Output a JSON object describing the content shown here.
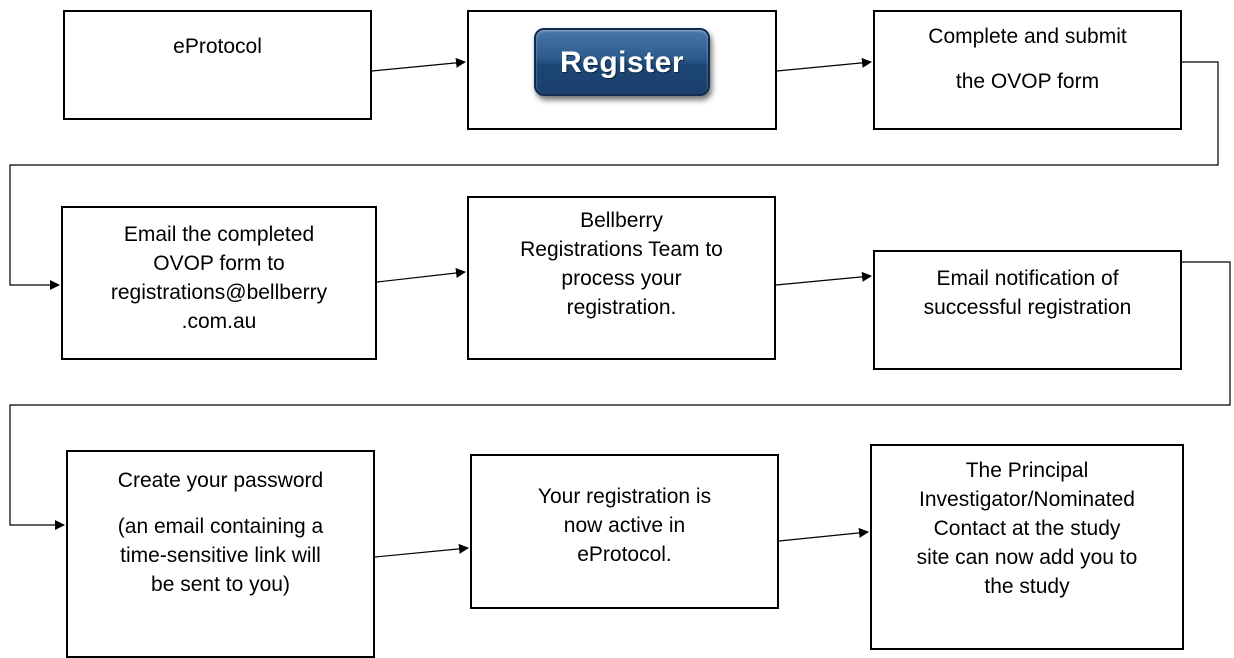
{
  "steps": {
    "eprotocol": {
      "lines": [
        "eProtocol"
      ]
    },
    "register": {
      "button_label": "Register"
    },
    "complete_form": {
      "lines": [
        "Complete and submit",
        "the OVOP form"
      ]
    },
    "email_form": {
      "lines": [
        "Email the completed",
        "OVOP form to",
        "registrations@bellberry",
        ".com.au"
      ]
    },
    "bellberry_team": {
      "lines": [
        "Bellberry",
        "Registrations Team to",
        "process your",
        "registration."
      ]
    },
    "email_notification": {
      "lines": [
        "Email notification of",
        "successful registration"
      ]
    },
    "create_password": {
      "lines": [
        "Create your password",
        "(an email containing a",
        "time-sensitive link will",
        "be sent to you)"
      ]
    },
    "registration_active": {
      "lines": [
        "Your registration is",
        "now active in",
        "eProtocol."
      ]
    },
    "pi_add": {
      "lines": [
        "The Principal",
        "Investigator/Nominated",
        "Contact at the study",
        "site can now add you to",
        "the study"
      ]
    }
  },
  "colors": {
    "button_blue": "#2d5a8c",
    "border": "#000000"
  }
}
